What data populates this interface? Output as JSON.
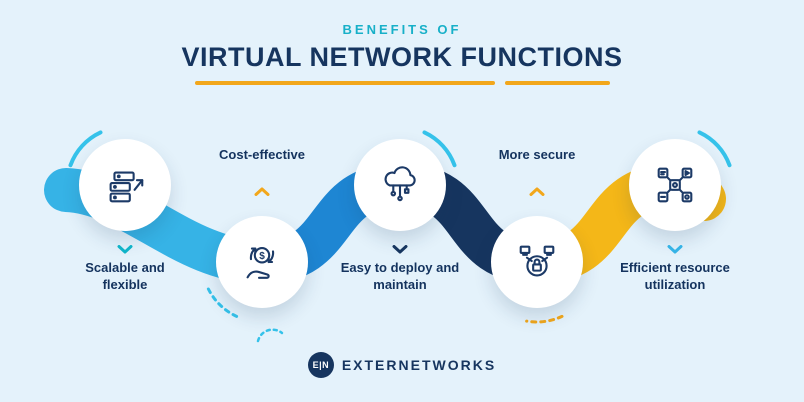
{
  "header": {
    "eyebrow": "BENEFITS OF",
    "title": "VIRTUAL NETWORK FUNCTIONS"
  },
  "benefits": [
    {
      "label": "Scalable and flexible",
      "icon": "servers-growth-icon",
      "label_position": "below",
      "chevron": "down"
    },
    {
      "label": "Cost-effective",
      "icon": "dollar-recycle-hand-icon",
      "icon_glyph": "$",
      "label_position": "above",
      "chevron": "up"
    },
    {
      "label": "Easy to deploy and maintain",
      "icon": "cloud-network-icon",
      "label_position": "below",
      "chevron": "down"
    },
    {
      "label": "More secure",
      "icon": "lock-network-icon",
      "label_position": "above",
      "chevron": "up"
    },
    {
      "label": "Efficient resource utilization",
      "icon": "distributed-resources-icon",
      "label_position": "below",
      "chevron": "down"
    }
  ],
  "brand": {
    "logo_text": "E|N",
    "name": "EXTERNETWORKS"
  },
  "colors": {
    "background": "#e4f2fb",
    "navy": "#16355f",
    "teal": "#17b0c8",
    "sky_blue": "#36b3e6",
    "blue": "#1e86d3",
    "amber": "#f4b718",
    "underline_orange": "#f2a71b",
    "circle_fill": "#ffffff",
    "icon_line": "#1c3a67"
  }
}
